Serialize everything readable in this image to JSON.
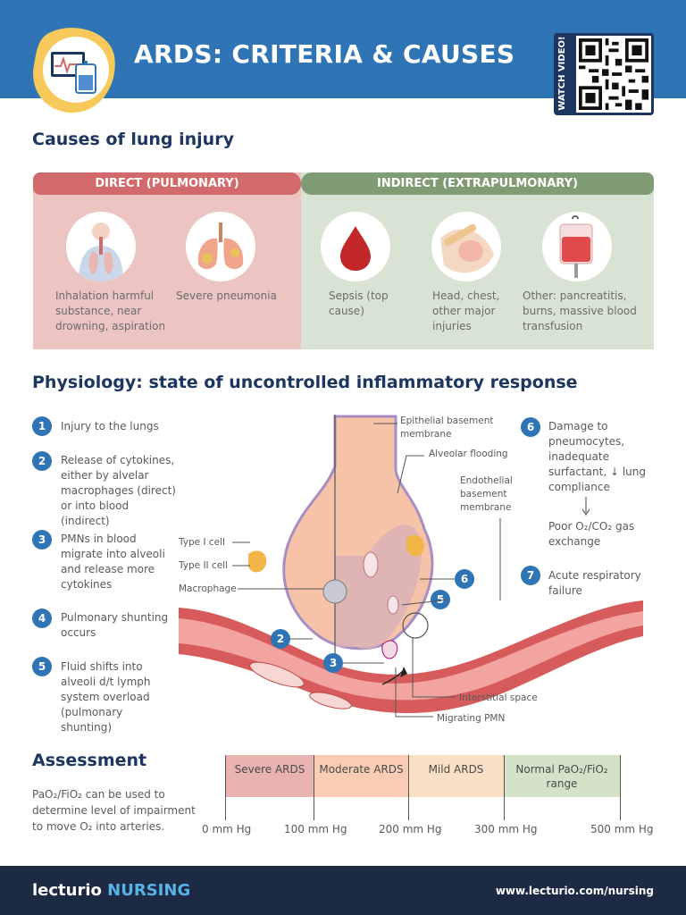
{
  "header": {
    "title": "ARDS: CRITERIA & CAUSES",
    "qr_label": "WATCH VIDEO!"
  },
  "causes": {
    "heading": "Causes of lung injury",
    "direct": {
      "title": "DIRECT (PULMONARY)",
      "items": [
        {
          "label": "Inhalation harmful substance, near drowning, aspiration",
          "icon": "lungs-torso-icon"
        },
        {
          "label": "Severe pneumonia",
          "icon": "pneumonia-lungs-icon"
        }
      ]
    },
    "indirect": {
      "title": "INDIRECT (EXTRAPULMONARY)",
      "items": [
        {
          "label": "Sepsis (top cause)",
          "icon": "blood-drop-icon"
        },
        {
          "label": "Head, chest, other major injuries",
          "icon": "injury-icon"
        },
        {
          "label": "Other: pancreatitis, burns, massive blood transfusion",
          "icon": "blood-bag-icon"
        }
      ]
    }
  },
  "physiology": {
    "heading": "Physiology: state of uncontrolled inflammatory response",
    "steps": [
      {
        "num": "1",
        "text": "Injury to the lungs"
      },
      {
        "num": "2",
        "text": "Release of cytokines, either by alvelar macrophages (direct) or into blood (indirect)"
      },
      {
        "num": "3",
        "text": "PMNs in blood migrate into alveoli and release more cytokines"
      },
      {
        "num": "4",
        "text": "Pulmonary shunting occurs"
      },
      {
        "num": "5",
        "text": "Fluid shifts into alveoli d/t lymph system overload (pulmonary shunting)"
      },
      {
        "num": "6",
        "text": "Damage to pneumocytes, inadequate surfactant, ↓ lung compliance"
      },
      {
        "num": "7",
        "text": "Acute respiratory failure"
      }
    ],
    "gas_exchange": "Poor O₂/CO₂ gas exchange",
    "labels": {
      "epithelial": "Epithelial basement membrane",
      "alveolar_flooding": "Alveolar flooding",
      "endothelial": "Endothelial basement membrane",
      "type1": "Type I cell",
      "type2": "Type II cell",
      "macrophage": "Macrophage",
      "interstitial": "Interstitial space",
      "migrating": "Migrating PMN"
    }
  },
  "assessment": {
    "heading": "Assessment",
    "text": "PaO₂/FiO₂ can be used to determine level of impairment to move O₂ into arteries.",
    "ranges": [
      {
        "label": "Severe ARDS",
        "color": "#e9b3b1"
      },
      {
        "label": "Moderate ARDS",
        "color": "#f8cdb4"
      },
      {
        "label": "Mild ARDS",
        "color": "#f9dfc4"
      },
      {
        "label": "Normal PaO₂/FiO₂ range",
        "color": "#d3e3c9"
      }
    ],
    "ticks": [
      "0 mm Hg",
      "100 mm Hg",
      "200 mm Hg",
      "300 mm Hg",
      "500 mm Hg"
    ]
  },
  "footer": {
    "brand": "lecturio",
    "brand_accent": "NURSING",
    "url": "www.lecturio.com/nursing"
  }
}
